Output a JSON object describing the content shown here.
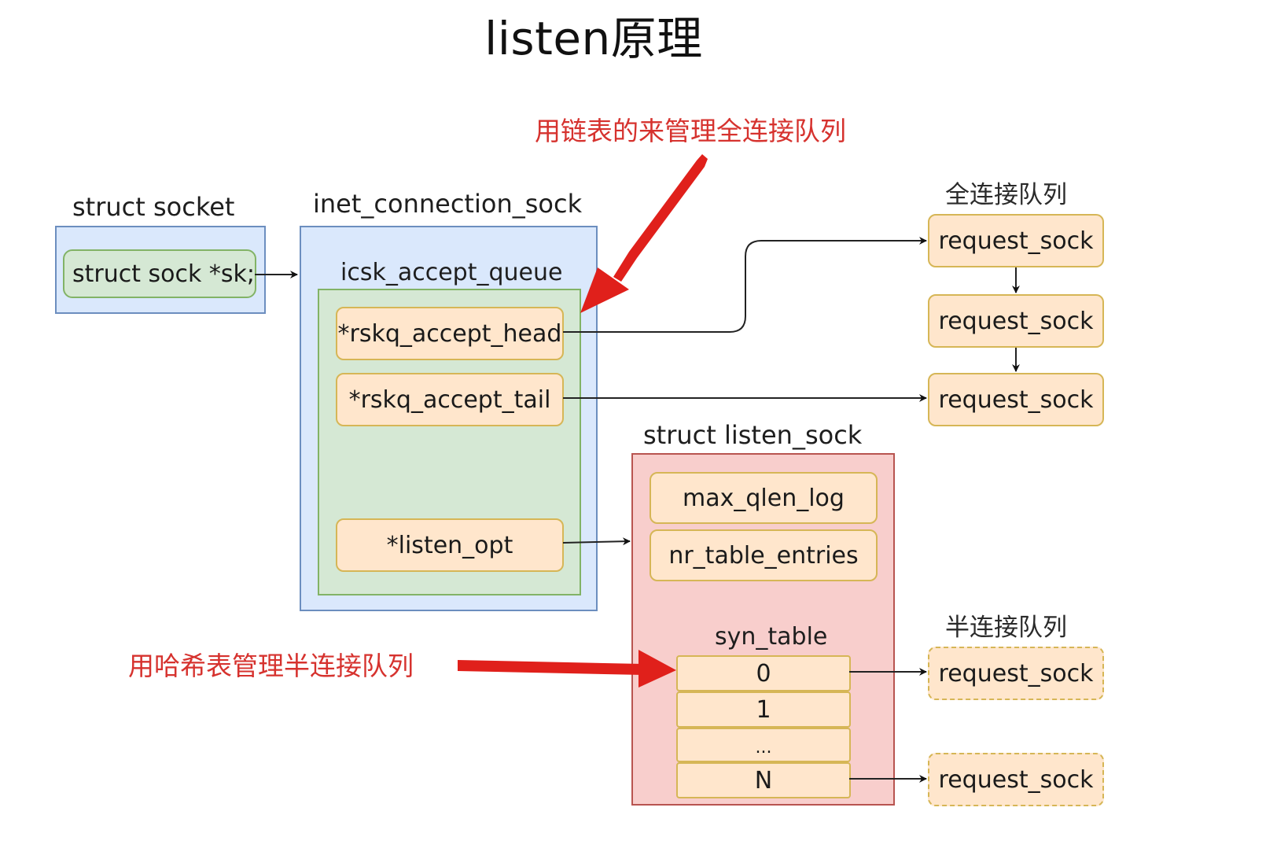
{
  "title": "listen原理",
  "annotations": {
    "full_queue_note": "用链表的来管理全连接队列",
    "half_queue_note": "用哈希表管理半连接队列"
  },
  "struct_socket": {
    "label": "struct socket",
    "field": "struct sock *sk;"
  },
  "inet_connection_sock": {
    "label": "inet_connection_sock",
    "queue_label": "icsk_accept_queue",
    "fields": [
      "*rskq_accept_head",
      "*rskq_accept_tail",
      "*listen_opt"
    ]
  },
  "listen_sock": {
    "label": "struct listen_sock",
    "fields": [
      "max_qlen_log",
      "nr_table_entries"
    ],
    "syn_table_label": "syn_table",
    "syn_table_cells": [
      "0",
      "1",
      "...",
      "N"
    ]
  },
  "full_queue": {
    "label": "全连接队列",
    "items": [
      "request_sock",
      "request_sock",
      "request_sock"
    ]
  },
  "half_queue": {
    "label": "半连接队列",
    "items": [
      "request_sock",
      "request_sock"
    ]
  },
  "colors": {
    "annotation_red": "#d6322e",
    "arrow_red": "#e0201b",
    "socket_blue": "#dae8fc",
    "queue_green": "#d5e8d4",
    "listen_pink": "#f8cecc",
    "field_orange": "#ffe6cc"
  }
}
